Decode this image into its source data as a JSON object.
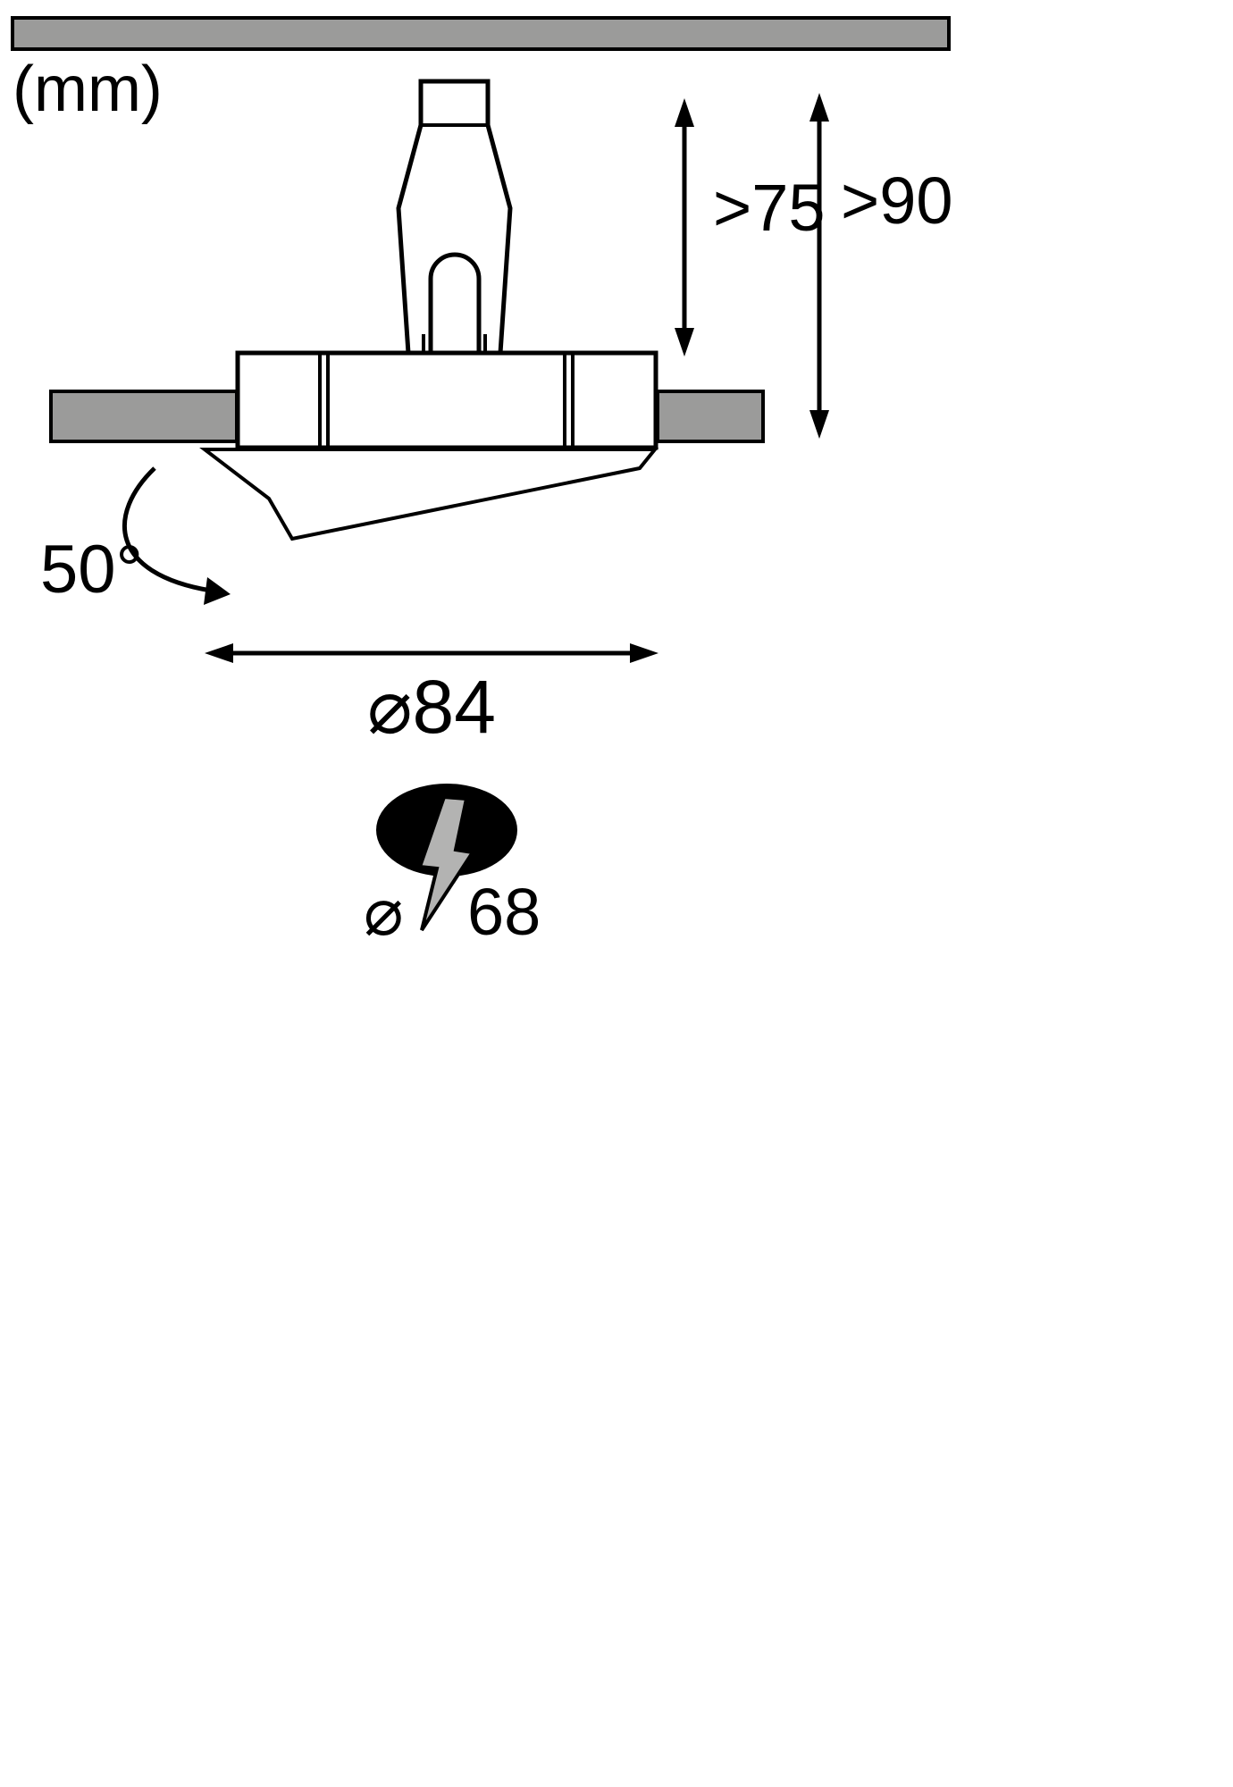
{
  "diagram": {
    "unit_label": "(mm)",
    "labels": {
      "recess_depth": ">75",
      "total_height": ">90",
      "swivel_angle": "50°",
      "outer_diameter": "⌀84",
      "cutout_symbol": "⌀",
      "cutout_value": "68"
    },
    "colors": {
      "surface_gray": "#9b9b9a",
      "flash_gray": "#b3b3b2",
      "line_black": "#000000",
      "background": "#ffffff"
    }
  }
}
